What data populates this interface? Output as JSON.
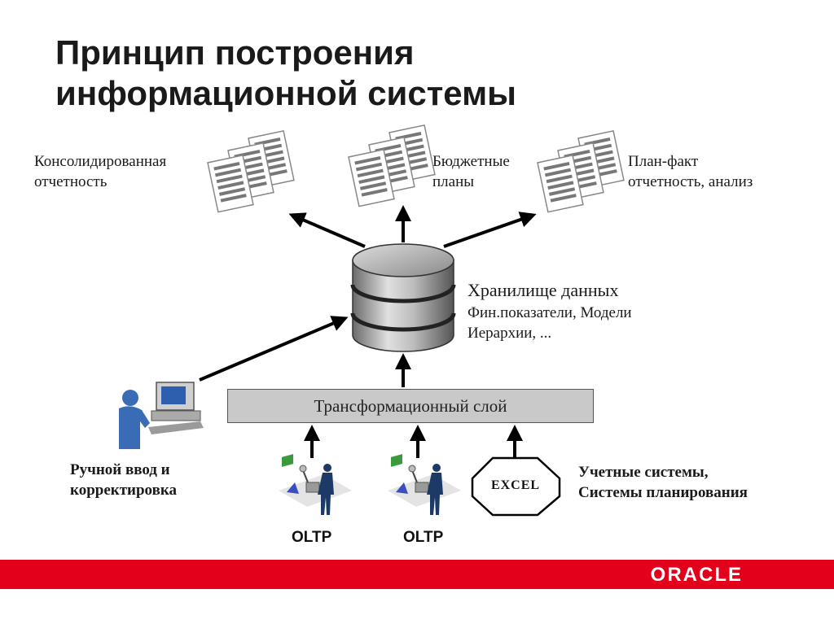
{
  "title": {
    "line1": "Принцип построения",
    "line2": "информационной системы"
  },
  "outputs": [
    {
      "line1": "Консолидированная",
      "line2": "отчетность"
    },
    {
      "line1": "Бюджетные",
      "line2": "планы"
    },
    {
      "line1": "План-факт",
      "line2": "отчетность, анализ"
    }
  ],
  "storage": {
    "title": "Хранилище данных",
    "line1": "Фин.показатели, Модели",
    "line2": "Иерархии, ..."
  },
  "transform_layer": "Трансформационный слой",
  "manual": {
    "line1": "Ручной ввод и",
    "line2": "корректировка"
  },
  "excel": "EXCEL",
  "oltp": [
    "OLTP",
    "OLTP"
  ],
  "accounting": {
    "line1": "Учетные системы,",
    "line2": "Системы планирования"
  },
  "brand": {
    "name": "ORACLE",
    "bar_color": "#e2001a"
  }
}
